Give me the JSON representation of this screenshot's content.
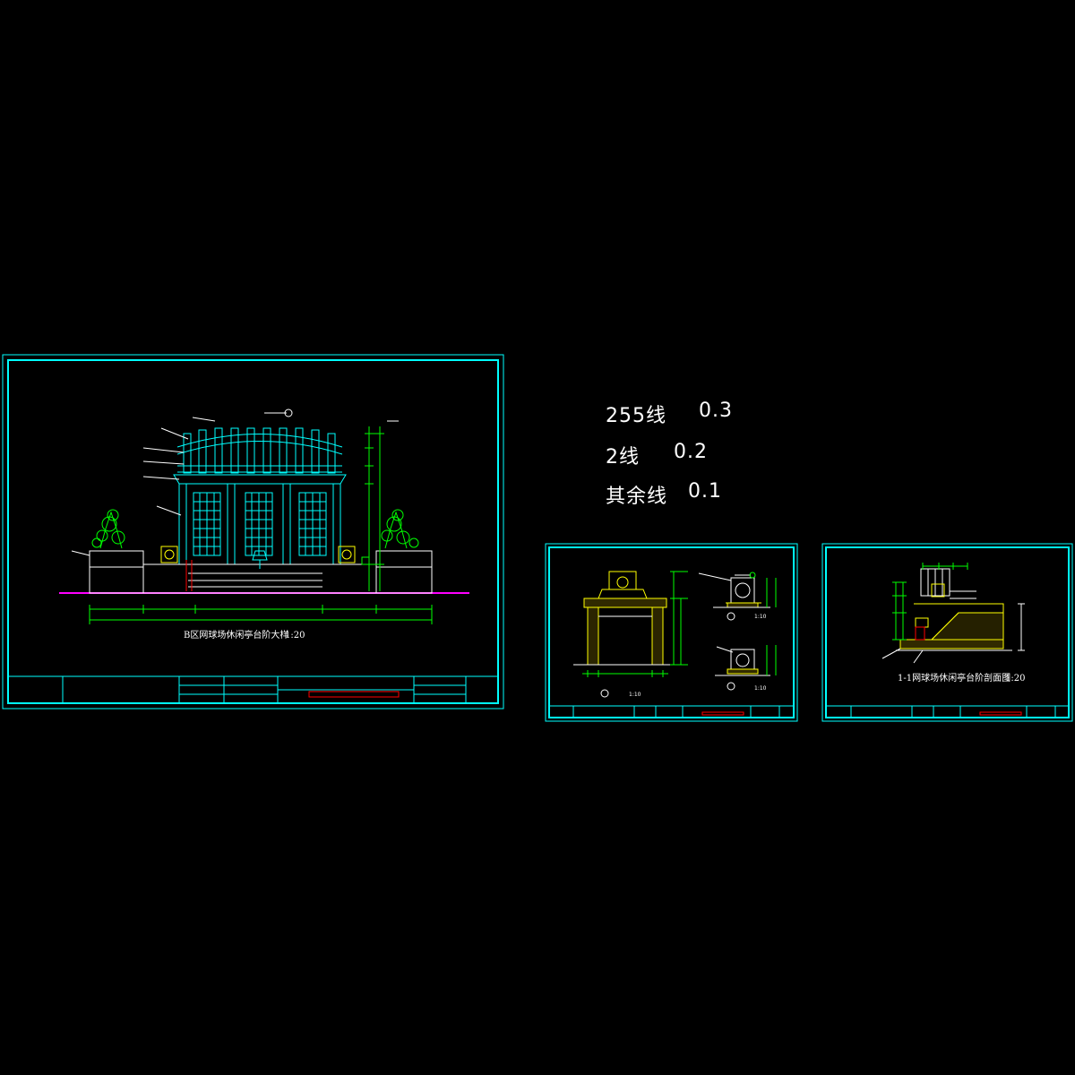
{
  "legend": {
    "rows": [
      {
        "name": "255线",
        "value": "0.3"
      },
      {
        "name": "2线",
        "value": "0.2"
      },
      {
        "name": "其余线",
        "value": "0.1"
      }
    ]
  },
  "sheet_main": {
    "title": "B区网球场休闲亭台阶大样",
    "scale": "1:20"
  },
  "sheet_detail": {
    "callout_1": "1:10",
    "callout_2": "1:10",
    "callout_3": "1:10"
  },
  "sheet_section": {
    "title": "1-1网球场休闲亭台阶剖面图",
    "scale": "1:20"
  },
  "colors": {
    "frame": "#00ffff",
    "structure": "#00ffff",
    "dimension": "#00ff00",
    "ground": "#ff00ff",
    "leader": "#ffffff",
    "hatch": "#ffff00",
    "accent": "#ff0000",
    "foliage": "#00ff00"
  }
}
